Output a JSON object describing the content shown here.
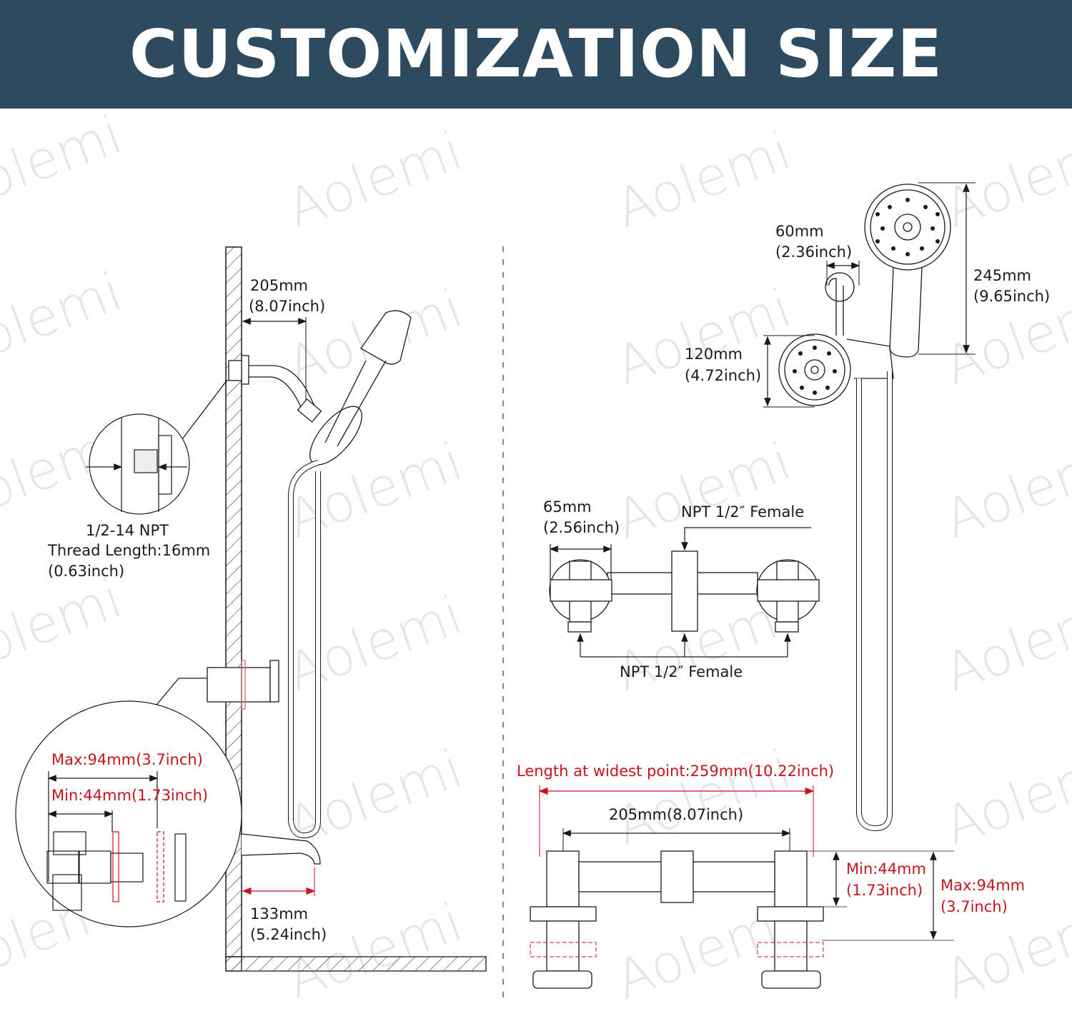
{
  "header": {
    "title": "CUSTOMIZATION SIZE",
    "background_color": "#2e4a5f",
    "text_color": "#ffffff"
  },
  "watermark": {
    "text": "Aolemi",
    "partial_left": "olemi",
    "partial_right": "Aolem",
    "color": "#e3e6ea"
  },
  "colors": {
    "line": "#1a1a1a",
    "dimension_red": "#c8141e",
    "divider": "#888888"
  },
  "left_panel": {
    "arm_length": {
      "mm": "205mm",
      "inch": "(8.07inch)"
    },
    "thread_detail": {
      "line1": "1/2-14 NPT",
      "line2": "Thread Length:16mm",
      "line3": "(0.63inch)"
    },
    "valve_detail": {
      "max": "Max:94mm(3.7inch)",
      "min": "Min:44mm(1.73inch)"
    },
    "spout_length": {
      "mm": "133mm",
      "inch": "(5.24inch)"
    }
  },
  "right_panel": {
    "arm_offset": {
      "mm": "60mm",
      "inch": "(2.36inch)"
    },
    "handheld_length": {
      "mm": "245mm",
      "inch": "(9.65inch)"
    },
    "head_diameter": {
      "mm": "120mm",
      "inch": "(4.72inch)"
    },
    "handle_width": {
      "mm": "65mm",
      "inch": "(2.56inch)"
    },
    "top_outlet": "NPT 1/2″ Female",
    "bottom_inlets": "NPT 1/2″ Female",
    "widest_point": "Length at widest point:259mm(10.22inch)",
    "center_spacing": "205mm(8.07inch)",
    "min_depth": {
      "mm": "Min:44mm",
      "inch": "(1.73inch)"
    },
    "max_depth": {
      "mm": "Max:94mm",
      "inch": "(3.7inch)"
    }
  }
}
